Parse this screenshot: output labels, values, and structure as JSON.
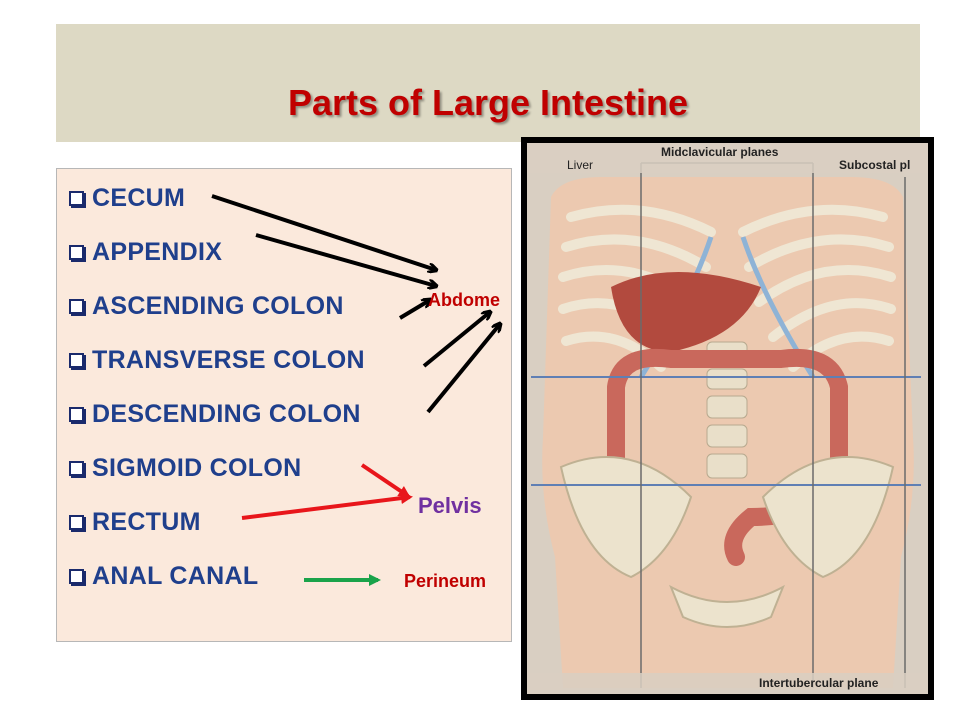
{
  "slide": {
    "title": "Parts of Large Intestine",
    "items": [
      {
        "label": "CECUM"
      },
      {
        "label": "APPENDIX"
      },
      {
        "label": "ASCENDING COLON"
      },
      {
        "label": "TRANSVERSE COLON"
      },
      {
        "label": "DESCENDING COLON"
      },
      {
        "label": "SIGMOID COLON"
      },
      {
        "label": "RECTUM"
      },
      {
        "label": "ANAL CANAL"
      }
    ],
    "region_labels": {
      "abdomen": "Abdome",
      "pelvis": "Pelvis",
      "perineum": "Perineum"
    }
  },
  "figure": {
    "labels": {
      "liver": "Liver",
      "midclavicular": "Midclavicular planes",
      "subcostal": "Subcostal pl",
      "intertubercular": "Intertubercular plane"
    }
  },
  "colors": {
    "title": "#c00000",
    "list_text": "#1f3f8c",
    "list_box_bg": "#fbe9dc",
    "title_band_bg": "#ddd9c4",
    "arrow_abdomen": "#000000",
    "arrow_pelvis": "#e8161b",
    "arrow_perineum": "#1aa34a",
    "pelvis_label": "#7030a0"
  },
  "icons": {
    "bullet": "checkbox-square-icon"
  }
}
